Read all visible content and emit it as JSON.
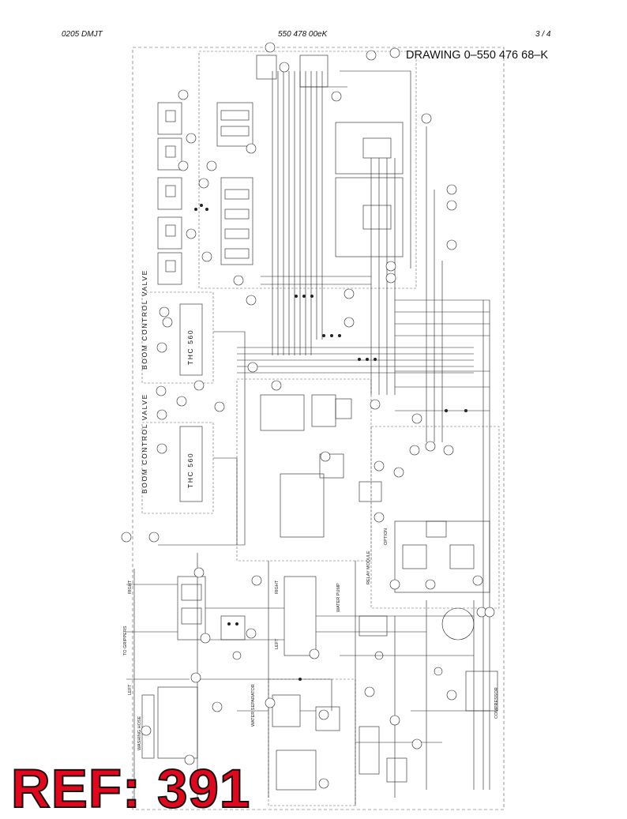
{
  "header": {
    "left": "0205 DMJT",
    "center": "550 478 00eK",
    "right": "3 /   4"
  },
  "drawing_title": "DRAWING 0–550 476 68–K",
  "valves": [
    {
      "label": "BOOM CONTROL VALVE",
      "model": "THC 560"
    },
    {
      "label": "BOOM CONTROL VALVE",
      "model": "THC 560"
    }
  ],
  "side_labels": {
    "right": "RIGHT",
    "left": "LEFT",
    "to_grippers": "TO GRIPPERS",
    "water_pump": "WATER PUMP",
    "washing_hose": "WASHING HOSE",
    "option": "OPTION",
    "water_separator": "WATER SEPARATOR",
    "compressor": "COMPRESSOR",
    "relay_module": "RELAY MODULE"
  },
  "ref_badge": "REF: 391"
}
